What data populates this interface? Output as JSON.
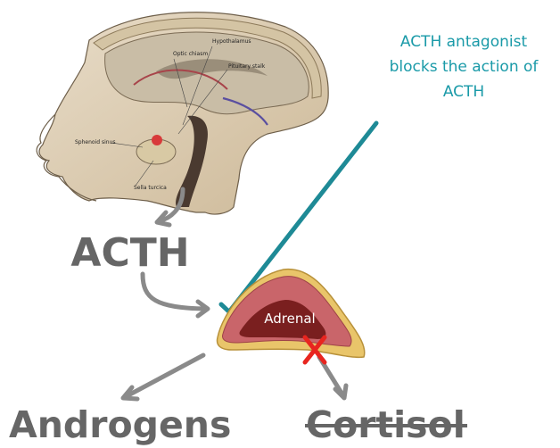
{
  "annotation": {
    "lines": [
      "ACTH antagonist",
      "blocks the action of",
      "ACTH"
    ],
    "color": "#1a9aa8"
  },
  "anatomy_labels": {
    "hypothalamus": "Hypothalamus",
    "optic_chiasm": "Optic chiasm",
    "pituitary_stalk": "Pituitary stalk",
    "sphenoid_sinus": "Sphenoid sinus",
    "sella_turcica": "Sella turcica"
  },
  "hormone_label": "ACTH",
  "gland_label": "Adrenal",
  "outputs": {
    "androgens": "Androgens",
    "cortisol": "Cortisol",
    "cortisol_blocked": true
  },
  "colors": {
    "arrow": "#8a8a8a",
    "inhibitor": "#1e8a96",
    "blocked_mark": "#e8251f",
    "gland_outer": "#e9c56a",
    "gland_cortex": "#c9656a",
    "gland_medulla": "#7a1f1f"
  }
}
